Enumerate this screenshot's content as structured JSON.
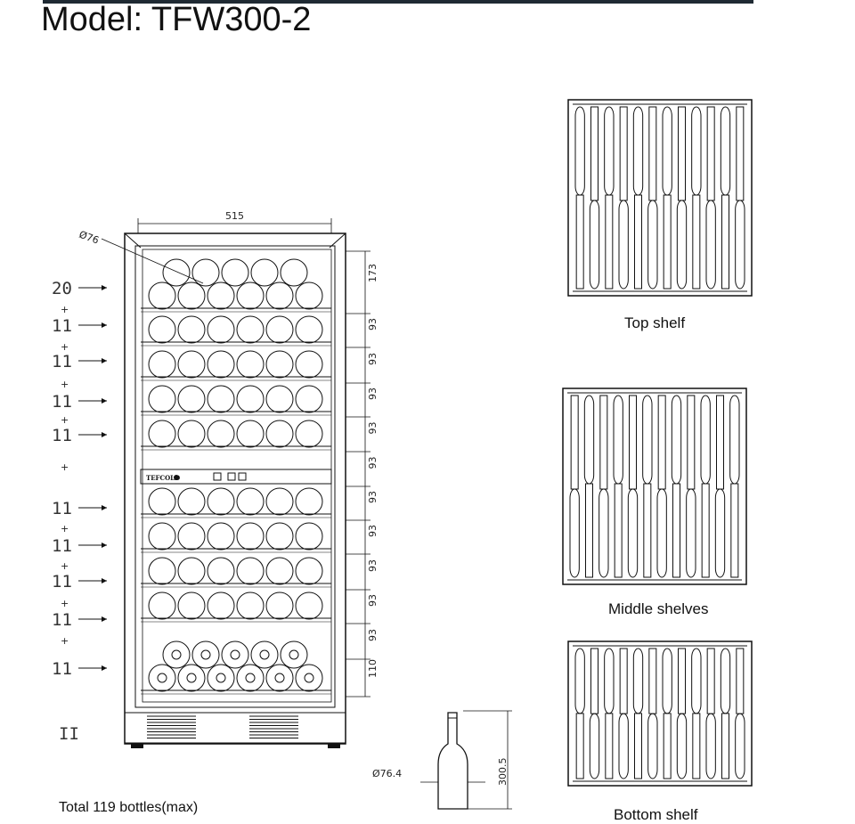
{
  "title": "Model: TFW300-2",
  "total_label": "Total 119 bottles(max)",
  "cabinet": {
    "width_dim": "515",
    "bottle_dia_label": "Ø76",
    "brand": "TEFCOLD",
    "shelf_heights": [
      "173",
      "93",
      "93",
      "93",
      "93",
      "93",
      "93",
      "93",
      "93",
      "93",
      "93",
      "110"
    ],
    "shelf_counts": [
      "20",
      "11",
      "11",
      "11",
      "11",
      "11",
      "11",
      "11",
      "11",
      "11"
    ],
    "roman_mark": "II"
  },
  "bottle": {
    "diameter_label": "Ø76.4",
    "height_label": "300.5"
  },
  "shelves": {
    "top_label": "Top shelf",
    "middle_label": "Middle shelves",
    "bottom_label": "Bottom shelf"
  },
  "colors": {
    "line": "#111111",
    "bar": "#1f2a33"
  }
}
